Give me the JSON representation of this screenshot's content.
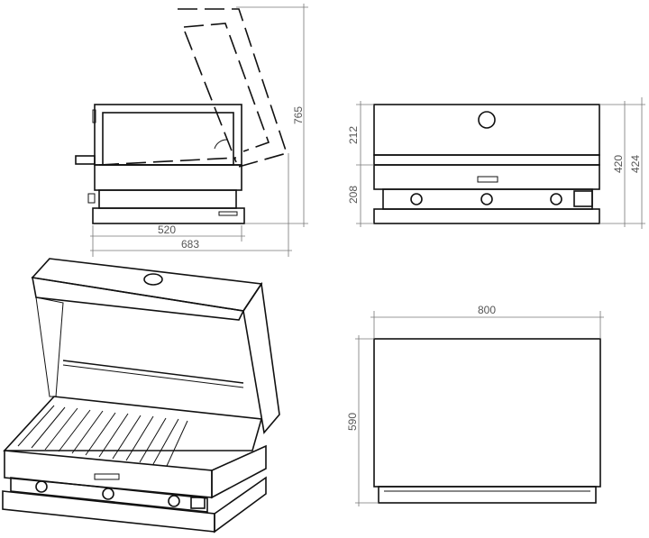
{
  "dimensions": {
    "side_height": "765",
    "side_depth_body": "520",
    "side_depth_total": "683",
    "front_lid_height": "212",
    "front_body_height": "208",
    "front_height_a": "420",
    "front_height_b": "424",
    "top_width": "800",
    "top_depth": "590"
  }
}
